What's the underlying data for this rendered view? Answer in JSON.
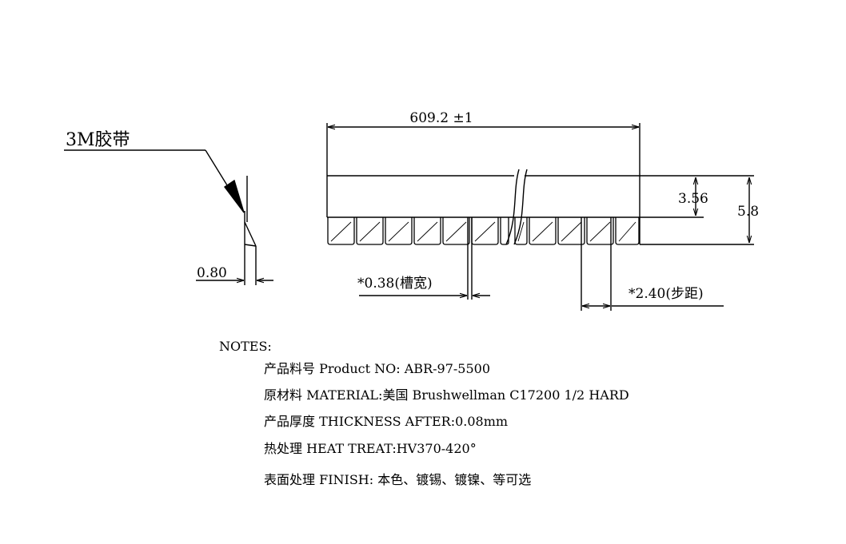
{
  "drawing": {
    "tape_label": "3M胶带",
    "thickness_dim": "0.80",
    "length_dim": "609.2 ±1",
    "height_dim_inner": "3.56",
    "height_dim_total": "5.8",
    "slot_width_dim": "*0.38(槽宽)",
    "pitch_dim": "*2.40(步距)"
  },
  "notes": {
    "heading": "NOTES:",
    "lines": [
      "产品料号 Product NO:  ABR-97-5500",
      "原材料 MATERIAL:美国 Brushwellman C17200 1/2 HARD",
      "产品厚度 THICKNESS AFTER:0.08mm",
      "热处理 HEAT TREAT:HV370-420°",
      "表面处理 FINISH: 本色、镀锡、镀镍、等可选"
    ]
  }
}
